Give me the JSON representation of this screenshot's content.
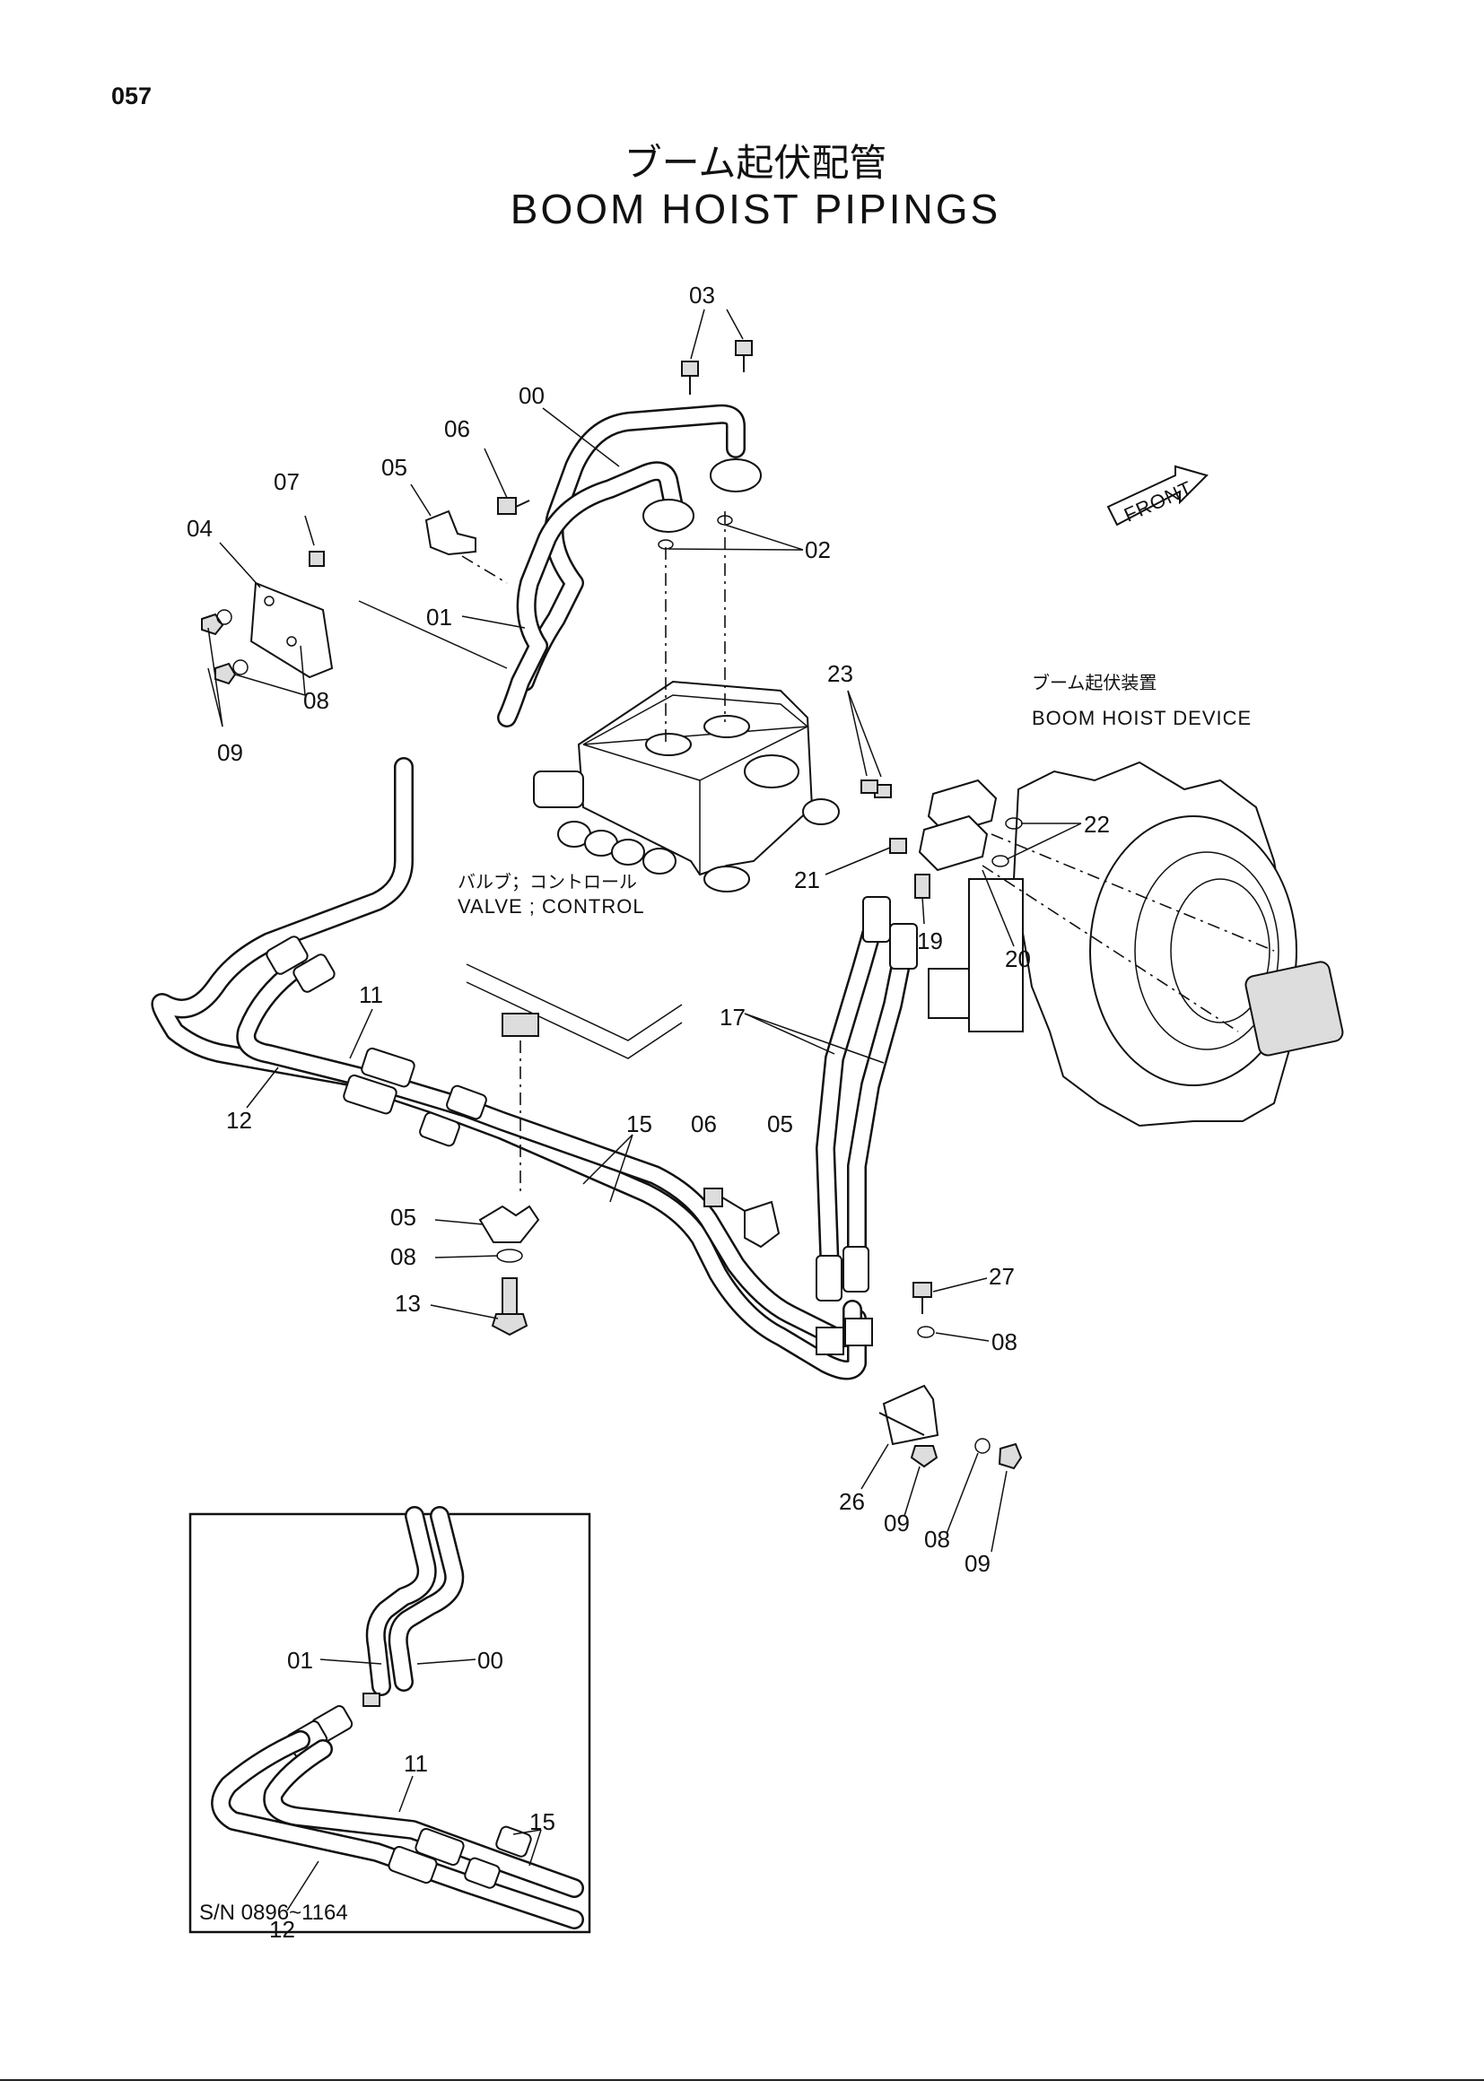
{
  "page_number": "057",
  "title_jp": "ブーム起伏配管",
  "title_en": "BOOM HOIST PIPINGS",
  "notes": {
    "valve_jp": "バルブ；コントロール",
    "valve_en": "VALVE ; CONTROL",
    "device_jp": "ブーム起伏装置",
    "device_en": "BOOM HOIST DEVICE",
    "front": "FRONT"
  },
  "callouts": {
    "c03": "03",
    "c00": "00",
    "c06a": "06",
    "c05a": "05",
    "c07": "07",
    "c04": "04",
    "c01": "01",
    "c02": "02",
    "c08a": "08",
    "c09a": "09",
    "c23": "23",
    "c22": "22",
    "c21": "21",
    "c19": "19",
    "c20": "20",
    "c11": "11",
    "c17": "17",
    "c12": "12",
    "c15": "15",
    "c06b": "06",
    "c05b": "05",
    "c05c": "05",
    "c08b": "08",
    "c13": "13",
    "c27": "27",
    "c08c": "08",
    "c26": "26",
    "c09b": "09",
    "c08d": "08",
    "c09c": "09"
  },
  "inset": {
    "serial_range": "S/N 0896~1164",
    "callouts": {
      "i01": "01",
      "i00": "00",
      "i11": "11",
      "i15": "15",
      "i12": "12"
    }
  }
}
